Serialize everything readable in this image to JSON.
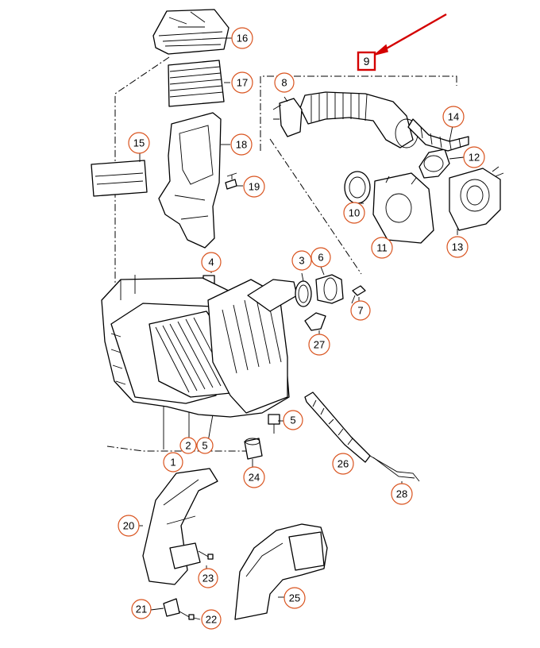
{
  "diagram": {
    "callouts": [
      {
        "id": "1",
        "label": "1"
      },
      {
        "id": "2",
        "label": "2"
      },
      {
        "id": "3",
        "label": "3"
      },
      {
        "id": "4",
        "label": "4"
      },
      {
        "id": "5a",
        "label": "5"
      },
      {
        "id": "5b",
        "label": "5"
      },
      {
        "id": "6",
        "label": "6"
      },
      {
        "id": "7",
        "label": "7"
      },
      {
        "id": "8",
        "label": "8"
      },
      {
        "id": "10",
        "label": "10"
      },
      {
        "id": "11",
        "label": "11"
      },
      {
        "id": "12",
        "label": "12"
      },
      {
        "id": "13",
        "label": "13"
      },
      {
        "id": "14",
        "label": "14"
      },
      {
        "id": "15",
        "label": "15"
      },
      {
        "id": "16",
        "label": "16"
      },
      {
        "id": "17",
        "label": "17"
      },
      {
        "id": "18",
        "label": "18"
      },
      {
        "id": "19",
        "label": "19"
      },
      {
        "id": "20",
        "label": "20"
      },
      {
        "id": "21",
        "label": "21"
      },
      {
        "id": "22",
        "label": "22"
      },
      {
        "id": "23",
        "label": "23"
      },
      {
        "id": "24",
        "label": "24"
      },
      {
        "id": "25",
        "label": "25"
      },
      {
        "id": "26",
        "label": "26"
      },
      {
        "id": "27",
        "label": "27"
      },
      {
        "id": "28",
        "label": "28"
      }
    ],
    "highlight": {
      "label": "9",
      "border_color": "#d40000"
    },
    "arrow_color": "#d40000",
    "callout_color": "#d9531e"
  }
}
